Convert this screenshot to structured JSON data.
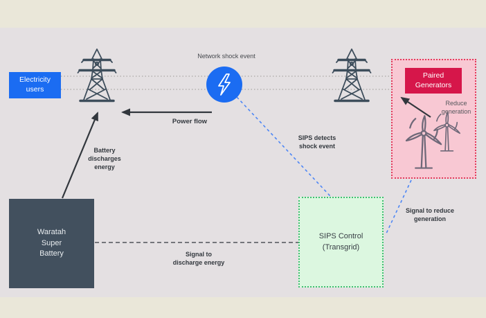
{
  "colors": {
    "blue": "#1b6cf2",
    "slate": "#42505e",
    "crimson": "#d6164a",
    "pink": "#f8c8d3",
    "pink-border": "#e23b5c",
    "green": "#dcf7e0",
    "green-border": "#3fbf70",
    "beige": "#eae7d9",
    "panel": "#e4e0e2",
    "ink": "#32373d",
    "blue-dash": "#4d86f5",
    "tower": "#3d4d5b",
    "turbine": "#6e6878"
  },
  "nodes": {
    "electricity_users": {
      "lines": [
        "Electricity",
        "users"
      ]
    },
    "waratah_battery": {
      "lines": [
        "Waratah",
        "Super",
        "Battery"
      ]
    },
    "sips_control": {
      "lines": [
        "SIPS Control",
        "(Transgrid)"
      ]
    },
    "paired_generators": {
      "lines": [
        "Paired",
        "Generators"
      ]
    }
  },
  "labels": {
    "network_shock": "Network shock event",
    "power_flow": "Power flow",
    "battery_discharges": {
      "lines": [
        "Battery",
        "discharges",
        "energy"
      ]
    },
    "sips_detects": {
      "lines": [
        "SIPS detects",
        "shock event"
      ]
    },
    "signal_discharge": {
      "lines": [
        "Signal to",
        "discharge energy"
      ]
    },
    "signal_reduce": {
      "lines": [
        "Signal to reduce",
        "generation"
      ]
    },
    "reduce_generation": {
      "lines": [
        "Reduce",
        "generation"
      ]
    }
  },
  "icons": {
    "lightning_bolt": "lightning-bolt-icon",
    "transmission_tower": "transmission-tower-icon",
    "wind_turbine": "wind-turbine-icon"
  }
}
